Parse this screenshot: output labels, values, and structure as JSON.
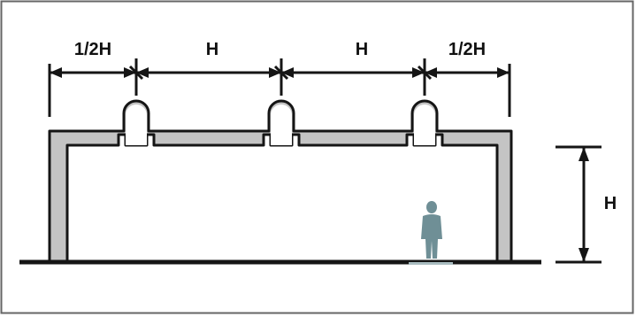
{
  "dimensions": {
    "top": [
      "1/2H",
      "H",
      "H",
      "1/2H"
    ],
    "height": "H"
  },
  "colors": {
    "frame_border": "#666666",
    "wall_fill": "#c4c4c4",
    "stroke": "#151515",
    "figure": "#6f8f96",
    "background": "#ffffff"
  }
}
